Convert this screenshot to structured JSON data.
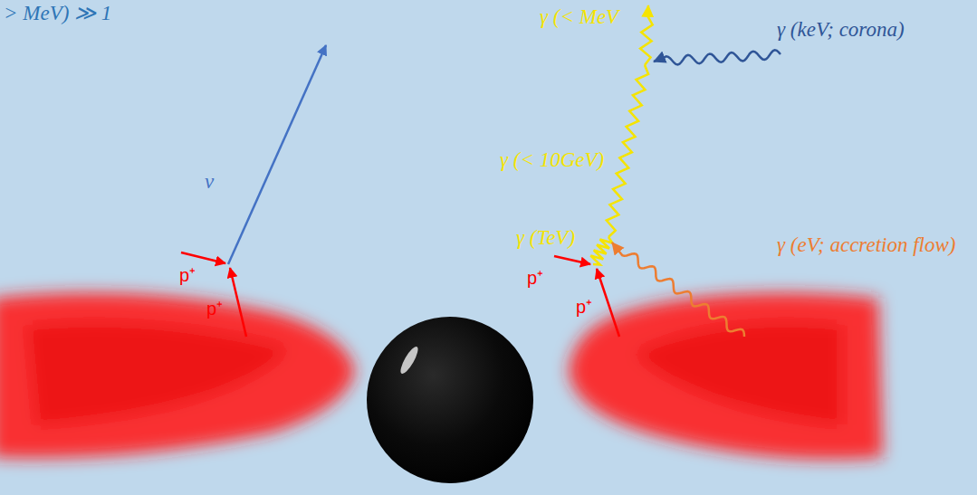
{
  "diagram": {
    "labels": [
      "> MeV) ≫ 1",
      "ν",
      "p⁺",
      "p⁺",
      "γ (< MeV",
      "γ (keV; corona)",
      "γ (< 10GeV)",
      "γ (TeV)",
      "γ (eV; accretion flow)",
      "p⁺",
      "p⁺"
    ]
  }
}
